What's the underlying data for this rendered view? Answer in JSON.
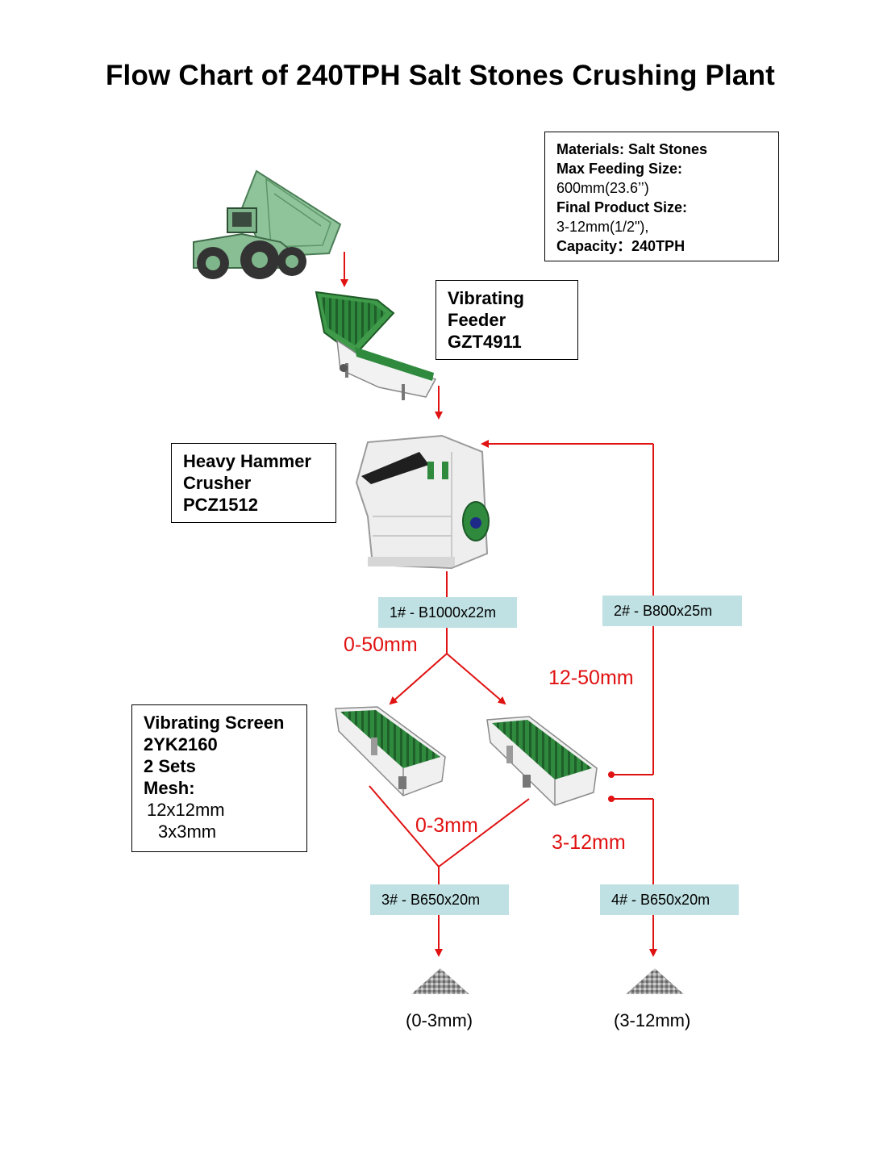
{
  "title": "Flow Chart of 240TPH Salt Stones Crushing Plant",
  "info": {
    "materials": "Materials: Salt Stones",
    "max_feeding_label": "Max Feeding Size:",
    "max_feeding_value": "600mm(23.6’’)",
    "final_product_label": "Final Product Size:",
    "final_product_value": "3-12mm(1/2\"),",
    "capacity": "Capacity：240TPH"
  },
  "feeder": {
    "line1": "Vibrating",
    "line2": "Feeder",
    "line3": "GZT4911"
  },
  "crusher": {
    "line1": "Heavy Hammer",
    "line2": "Crusher",
    "line3": "PCZ1512"
  },
  "screen": {
    "line1": "Vibrating Screen",
    "line2": "2YK2160",
    "line3": "2 Sets",
    "line4": "Mesh:",
    "line5": " 12x12mm",
    "line6": "3x3mm"
  },
  "belts": {
    "belt1": "1# - B1000x22m",
    "belt2": "2# - B800x25m",
    "belt3": "3# - B650x20m",
    "belt4": "4# - B650x20m"
  },
  "flow_labels": {
    "size_0_50": "0-50mm",
    "size_12_50": "12-50mm",
    "size_0_3": "0-3mm",
    "size_3_12": "3-12mm"
  },
  "products": {
    "p1": "(0-3mm)",
    "p2": "(3-12mm)"
  },
  "colors": {
    "arrow": "#e01212",
    "belt_label_bg": "#bfe1e3",
    "machine_green": "#3f9a4a",
    "machine_white": "#eeeeee"
  },
  "icons": [
    "dump-truck-icon",
    "vibrating-feeder-icon",
    "impact-crusher-icon",
    "vibrating-screen-icon",
    "stone-pile-icon"
  ]
}
